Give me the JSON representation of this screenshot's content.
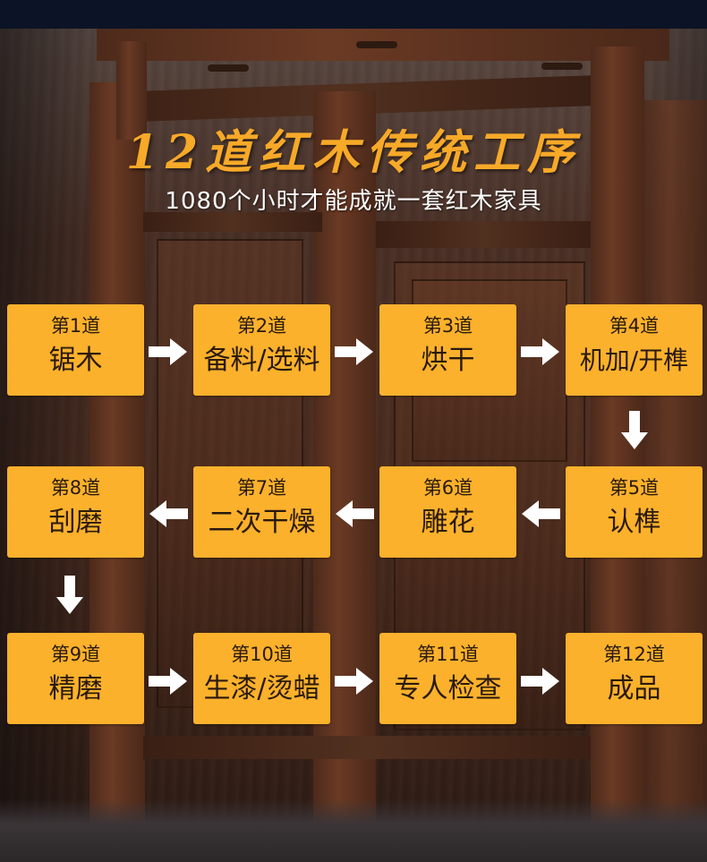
{
  "header": {
    "title": "12道红木传统工序",
    "subtitle": "1080个小时才能成就一套红木家具"
  },
  "steps": [
    {
      "num": "第1道",
      "name": "锯木"
    },
    {
      "num": "第2道",
      "name": "备料/选料"
    },
    {
      "num": "第3道",
      "name": "烘干"
    },
    {
      "num": "第4道",
      "name": "机加/开榫"
    },
    {
      "num": "第5道",
      "name": "认榫"
    },
    {
      "num": "第6道",
      "name": "雕花"
    },
    {
      "num": "第7道",
      "name": "二次干燥"
    },
    {
      "num": "第8道",
      "name": "刮磨"
    },
    {
      "num": "第9道",
      "name": "精磨"
    },
    {
      "num": "第10道",
      "name": "生漆/烫蜡"
    },
    {
      "num": "第11道",
      "name": "专人检查"
    },
    {
      "num": "第12道",
      "name": "成品"
    }
  ],
  "colors": {
    "step_fill": "#fbb12b",
    "title": "#f7a928",
    "arrow": "#ffffff"
  }
}
